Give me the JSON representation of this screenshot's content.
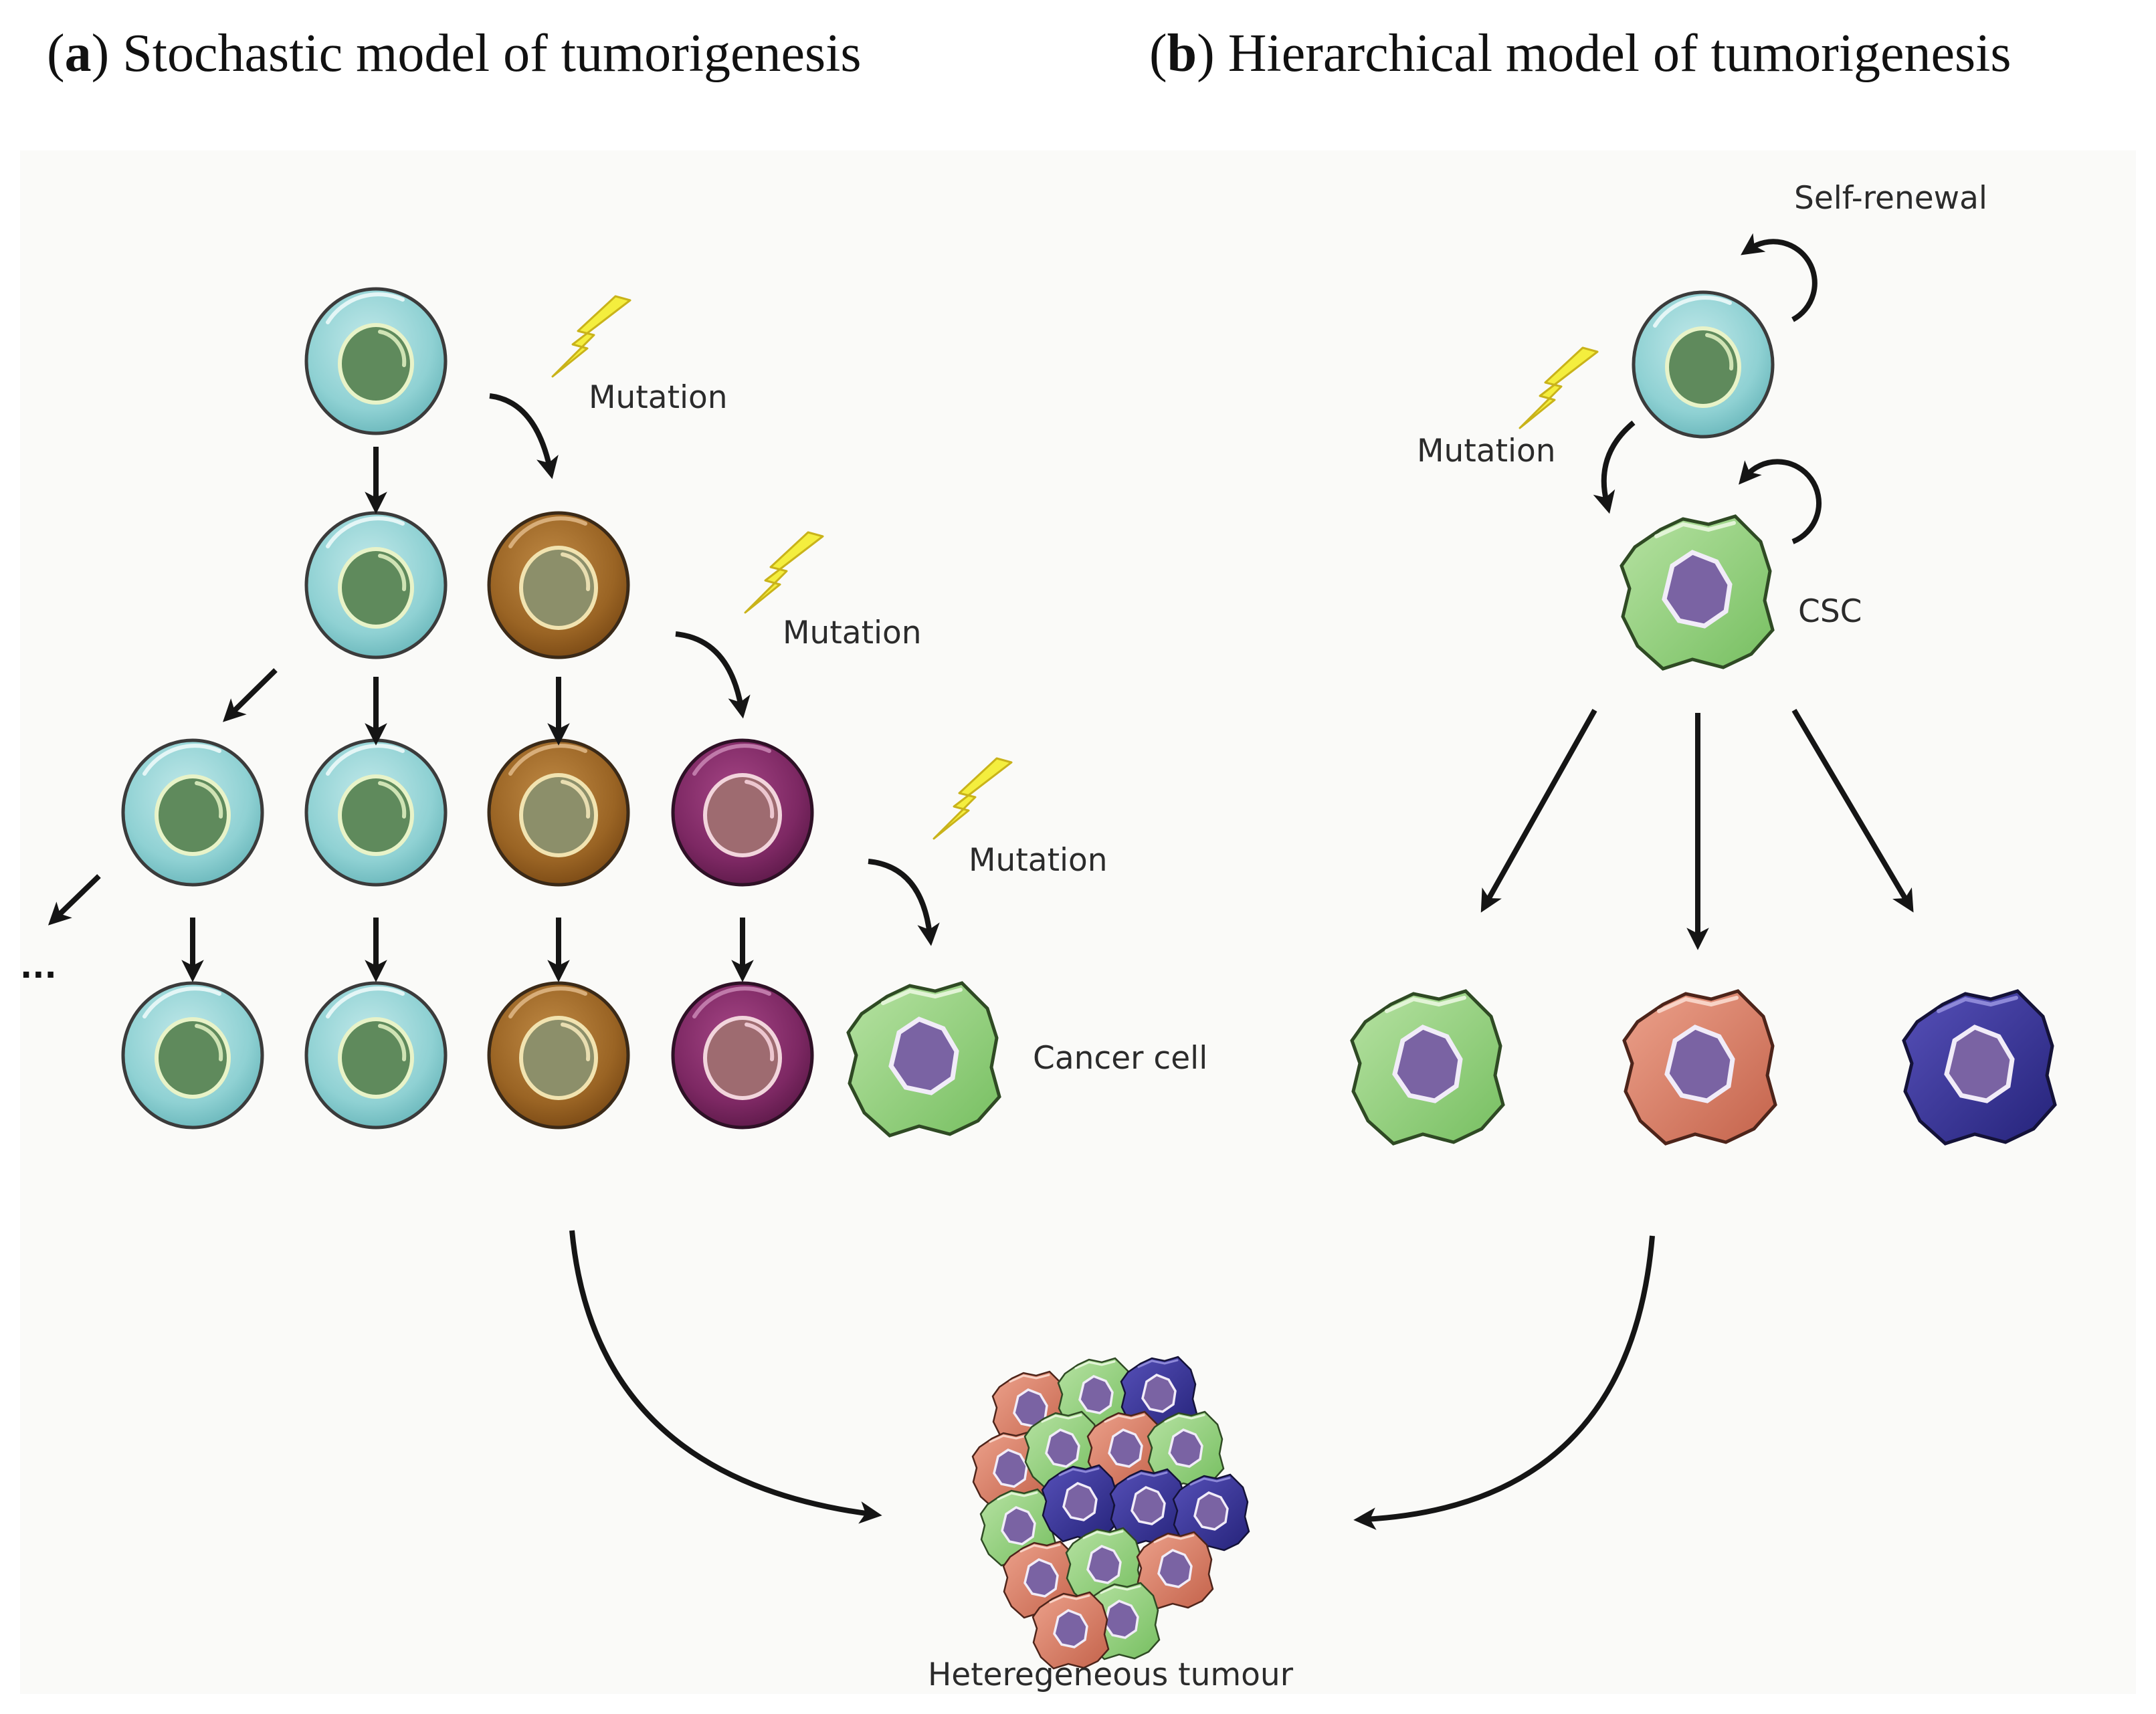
{
  "panel_a": {
    "letter": "a",
    "title": "Stochastic model of tumorigenesis",
    "mutation_labels": [
      "Mutation",
      "Mutation",
      "Mutation"
    ],
    "cancer_cell_label": "Cancer cell",
    "continuation": "..."
  },
  "panel_b": {
    "letter": "b",
    "title": "Hierarchical model of tumorigenesis",
    "self_renewal_label": "Self-renewal",
    "mutation_label": "Mutation",
    "csc_label": "CSC"
  },
  "tumour_label": "Heteregeneous tumour",
  "colors": {
    "background_panel": "#fafaf8",
    "normal_cell": "#8fd1d3",
    "normal_nucleus": "#5f8a5c",
    "brown_cell": "#9a6424",
    "brown_nucleus": "#8c8f6a",
    "purple_cell": "#7d2863",
    "purple_nucleus": "#9e6b70",
    "cancer_green": "#92cf7c",
    "cancer_orange": "#d97e67",
    "cancer_blue": "#3a3596",
    "cancer_nucleus": "#7a63a3",
    "lightning": "#f4ee3e"
  }
}
